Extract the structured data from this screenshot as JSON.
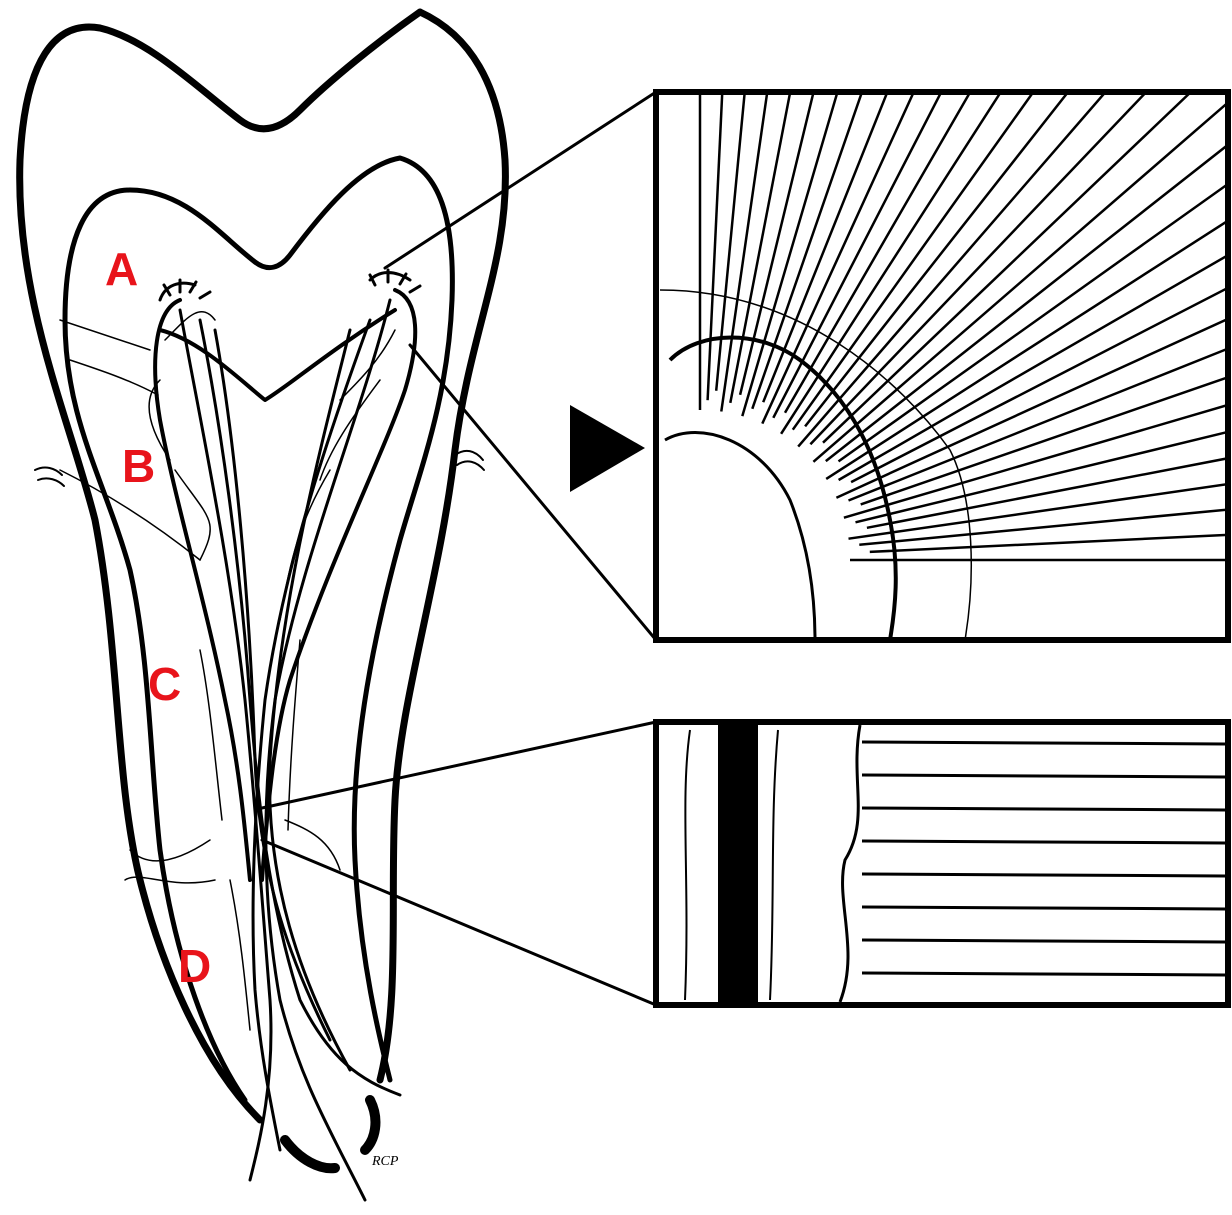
{
  "figure": {
    "labels": [
      {
        "id": "A",
        "text": "A"
      },
      {
        "id": "B",
        "text": "B"
      },
      {
        "id": "C",
        "text": "C"
      },
      {
        "id": "D",
        "text": "D"
      }
    ],
    "label_color": "#e8141b",
    "ink_color": "#000000",
    "background": "#ffffff",
    "callout_marker": "triangle-right-icon",
    "artist_signature": "RCP"
  }
}
